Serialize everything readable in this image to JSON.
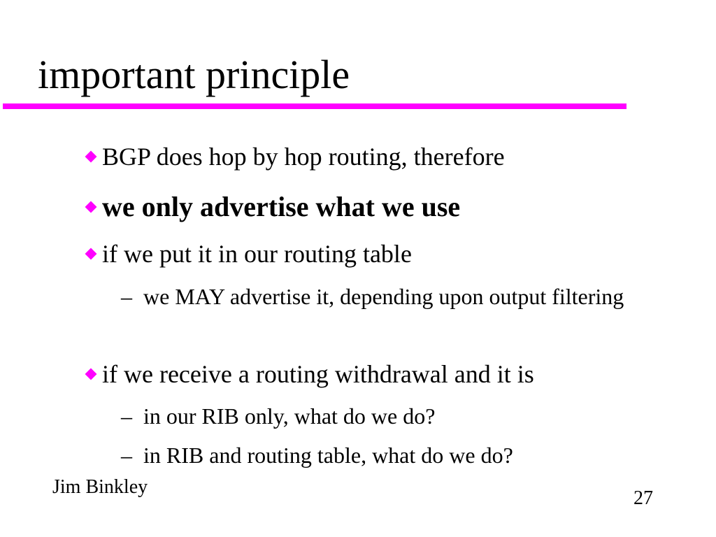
{
  "slide": {
    "title": "important principle",
    "accent_color": "#ff00ff",
    "bullets": [
      {
        "text": "BGP does hop by hop routing, therefore",
        "marker": "diamond"
      },
      {
        "text": "we only advertise what we use",
        "marker": "diamond",
        "bold": true
      },
      {
        "text": "if we put it in our routing table",
        "marker": "diamond",
        "subitems": [
          {
            "marker": "–",
            "text": "we MAY advertise it, depending upon output filtering"
          }
        ]
      },
      {
        "text": "if we receive a routing withdrawal and it is",
        "marker": "diamond",
        "subitems": [
          {
            "marker": "–",
            "text": "in our RIB only, what do we do?"
          },
          {
            "marker": "–",
            "text": "in RIB and routing table, what do we do?"
          }
        ]
      }
    ],
    "footer": {
      "author": "Jim Binkley",
      "page_number": "27"
    }
  }
}
